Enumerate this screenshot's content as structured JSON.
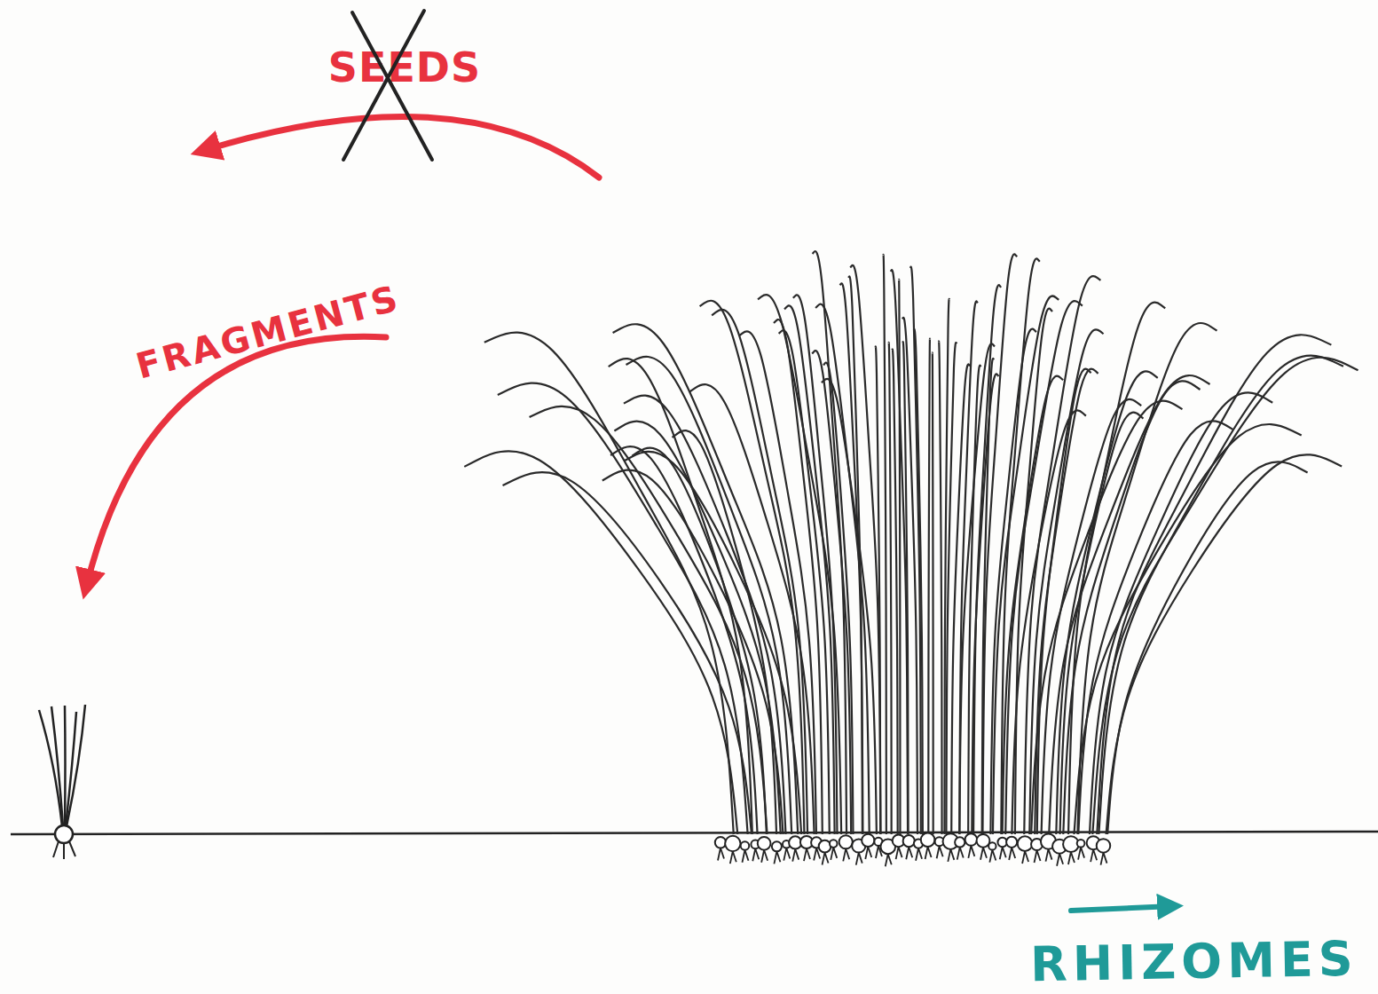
{
  "diagram": {
    "labels": [
      "SEEDS",
      "FRAGMENTS",
      "RHIZOMES"
    ]
  }
}
